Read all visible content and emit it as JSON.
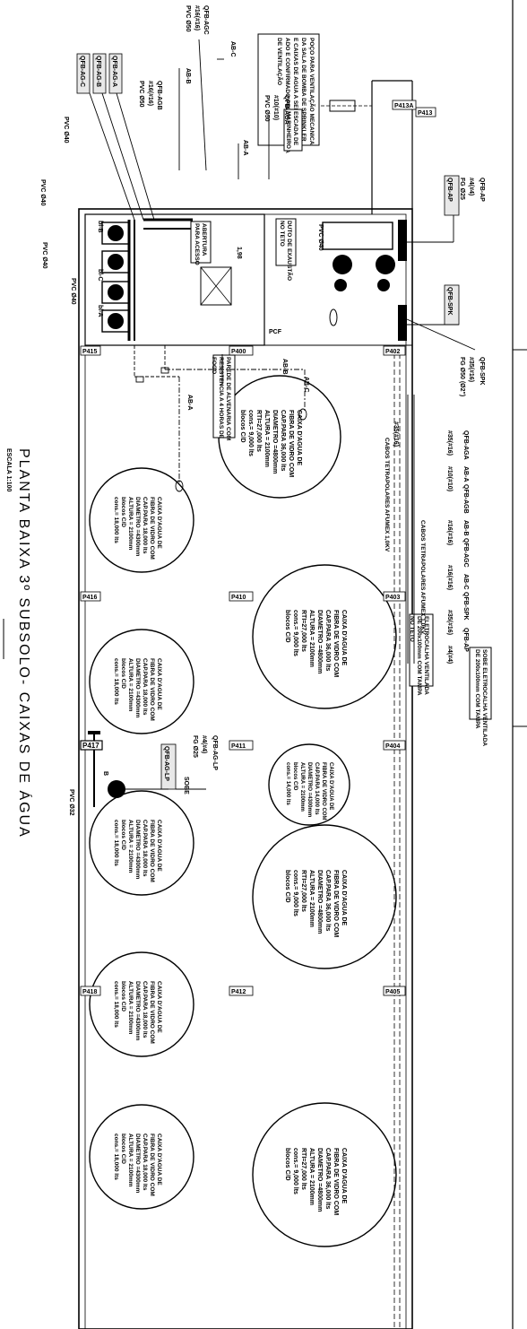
{
  "title": {
    "main": "PLANTA BAIXA 3º SUBSOLO- CAIXAS DE ÁGUA",
    "scale": "ESCALA 1:100"
  },
  "pillars": {
    "p413": "P413",
    "p413a": "P413A",
    "p415": "P415",
    "p400": "P400",
    "p402": "P402",
    "p416": "P416",
    "p410": "P410",
    "p403": "P403",
    "p417": "P417",
    "p411": "P411",
    "p404": "P404",
    "p418": "P418",
    "p412": "P412",
    "p405": "P405"
  },
  "notes": {
    "poco": "POÇO PARA VENTILAÇÃO MECANICA DA SALA DE BOMBA DE SPRINKLER E CAIXAS DE AGUA A SER CALCUL ADO E CONFIRMADO PELO PROJETISTA DE VENTILAÇÃO",
    "escada": "ESCADA DE MARINHEIRO",
    "duto": "DUTO DE EXAUSTÃO NO TETO",
    "abertura": "ABERTURA PARA ACESSO",
    "dim": "1,98",
    "pcf": "PCF",
    "parede": "PAREDE DE ALVENARIA COM RESISTENCIA A 4 HORAS DE FOGO",
    "eletrocalha_teto": "ELETROCALHA VENTILADA DE 200x100mm COM TAMPA NO TETO",
    "sobe_eletrocalha": "SOBE ELETROCALHA VENTILADA DE 200x100mm COM TAMPA",
    "cabos": "CABOS TETRAPOLARES AFUMEX 1,0KV",
    "sobe": "SOBE"
  },
  "panels": {
    "agc": "QFB-AG-C",
    "agb": "QFB-AG-B",
    "aga": "QFB-AG-A",
    "ap": "QFB-AP",
    "spk": "QFB-SPK",
    "lp": "QFB-AG-LP"
  },
  "circuits": {
    "qfb_agc": "QFB-AGC",
    "qfb_agb": "QFB-AGB",
    "qfb_aga": "QFB-AGA",
    "qfb_ap": "QFB-AP",
    "qfb_spk": "QFB-SPK",
    "qfb_aglp": "QFB-AG-LP",
    "ab_a": "AB-A",
    "ab_b": "AB-B",
    "ab_c": "AB-C",
    "c10": "#10(#10)",
    "c16": "#16(#16)",
    "c35": "#35(#16)",
    "c4": "#4(#4)",
    "pvc50": "PVC Ø50",
    "fg25": "FG Ø25",
    "fg50": "FG Ø50 (Ø2\")",
    "pvc40": "PVC Ø40",
    "pvc32": "PVC Ø32",
    "b": "B",
    "bi_a": "bl-A",
    "bi_b": "bl-B",
    "bi_c": "bl-C"
  },
  "tanks": {
    "big": [
      "CAIXA D'AGUA DE",
      "FIBRA DE VIDRO COM",
      "CAP.PARA 36,000 lts",
      "DIAMETRO =4800mm",
      "ALTURA = 2100mm",
      "RTI=27,000 lts",
      "cons.= 9,000 lts",
      "blocos C/D"
    ],
    "small": [
      "CAIXA D'AGUA DE",
      "FIBRA DE VIDRO COM",
      "CAP.PARA 18,000 lts",
      "DIAMETRO =4300mm",
      "ALTURA = 2100mm",
      "blocos C/D",
      "cons.= 18,000 lts"
    ],
    "medium": [
      "CAIXA D'AGUA DE",
      "FIBRA DE VIDRO COM",
      "CAP.PARA 14,000 lts",
      "DIAMETRO =4300mm",
      "ALTURA = 2100mm",
      "blocos C/D",
      "cons.= 14,000 lts"
    ]
  }
}
